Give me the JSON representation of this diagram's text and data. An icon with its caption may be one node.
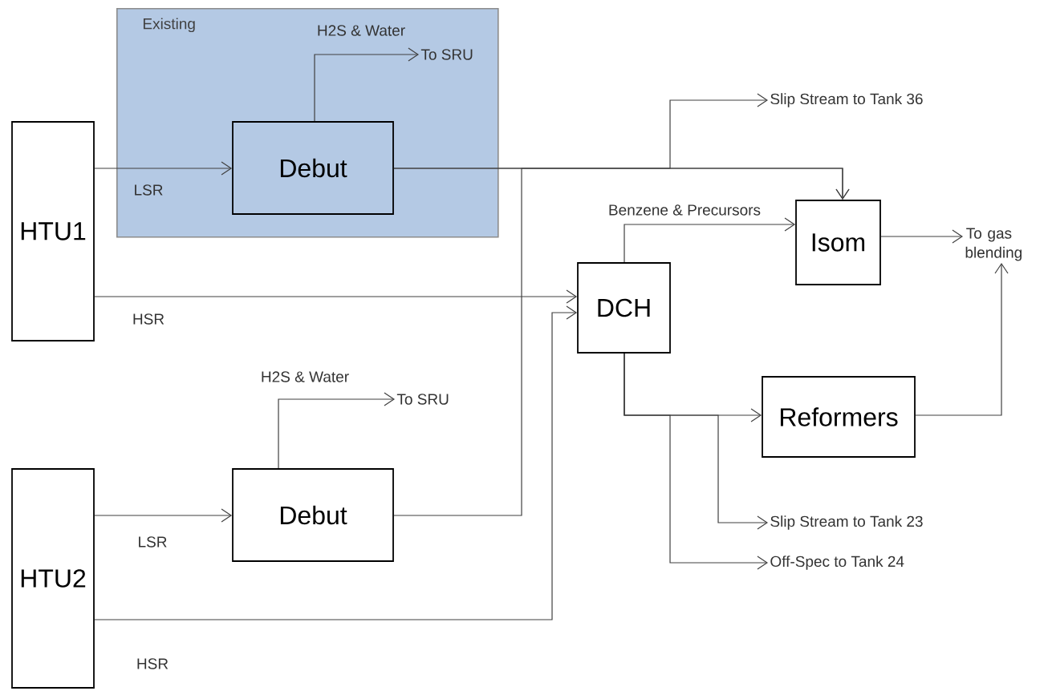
{
  "diagram": {
    "nodes": [
      {
        "text": [
          "Existing"
        ]
      },
      {
        "text": [
          "Debut"
        ],
        "in": 0
      },
      {
        "text": [
          "To SRU"
        ],
        "in": 0
      },
      {
        "text": [
          "HTU1"
        ]
      },
      {
        "text": [
          "HTU2"
        ]
      },
      {
        "text": [
          "Debut"
        ]
      },
      {
        "text": [
          "To SRU"
        ]
      },
      {
        "text": [
          "DCH"
        ]
      },
      {
        "text": [
          "Isom"
        ]
      },
      {
        "text": [
          "Reformers"
        ]
      },
      {
        "text": [
          "Slip Stream to Tank 36"
        ]
      },
      {
        "text": [
          "To gas blending"
        ]
      },
      {
        "text": [
          "Slip Stream to Tank 23"
        ]
      },
      {
        "text": [
          "Off-Spec to Tank 24"
        ]
      }
    ],
    "edges": [
      {
        "from": 3,
        "to": 1,
        "arrow": "to",
        "label": "LSR"
      },
      {
        "from": 1,
        "to": 2,
        "arrow": "to",
        "label": "H2S & Water"
      },
      {
        "from": 1,
        "to": 8,
        "arrow": "to"
      },
      {
        "from": 1,
        "to": 10,
        "arrow": "to"
      },
      {
        "from": 3,
        "to": 7,
        "arrow": "to",
        "label": "HSR"
      },
      {
        "from": 4,
        "to": 5,
        "arrow": "to",
        "label": "LSR"
      },
      {
        "from": 5,
        "to": 6,
        "arrow": "to",
        "label": "H2S & Water"
      },
      {
        "from": 5,
        "to": 8,
        "arrow": "to"
      },
      {
        "from": 4,
        "to": 7,
        "arrow": "to",
        "label": "HSR"
      },
      {
        "from": 7,
        "to": 8,
        "arrow": "to",
        "label": "Benzene & Precursors"
      },
      {
        "from": 7,
        "to": 9,
        "arrow": "to"
      },
      {
        "from": 7,
        "to": 12,
        "arrow": "to"
      },
      {
        "from": 7,
        "to": 13,
        "arrow": "to"
      },
      {
        "from": 8,
        "to": 11,
        "arrow": "to"
      },
      {
        "from": 9,
        "to": 11,
        "arrow": "to"
      }
    ]
  }
}
